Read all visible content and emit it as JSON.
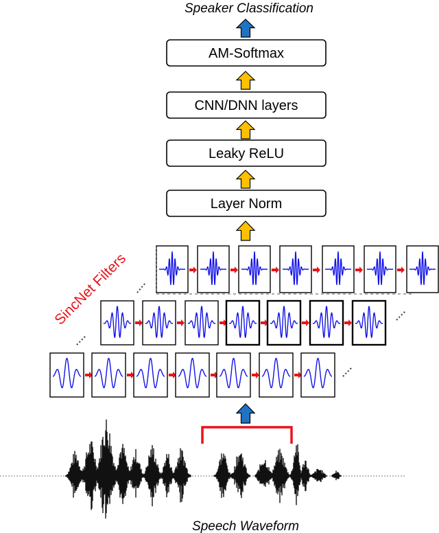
{
  "top_label": "Speaker Classification",
  "bottom_label": "Speech Waveform",
  "filters_label": "SincNet Filters",
  "layers": [
    {
      "label": "AM-Softmax",
      "color": "#e8141b"
    },
    {
      "label": "CNN/DNN layers",
      "color": "#000000"
    },
    {
      "label": "Leaky ReLU",
      "color": "#000000"
    },
    {
      "label": "Layer Norm",
      "color": "#000000"
    }
  ],
  "colors": {
    "blue_arrow": "#1f73c2",
    "yellow_arrow": "#ffc000",
    "wave": "#1010e8",
    "red_arrow": "#e8141b",
    "bracket": "#e8141b"
  },
  "filter_rows": [
    {
      "name": "row-top",
      "count": 7
    },
    {
      "name": "row-middle",
      "count": 7
    },
    {
      "name": "row-bottom",
      "count": 7
    }
  ]
}
